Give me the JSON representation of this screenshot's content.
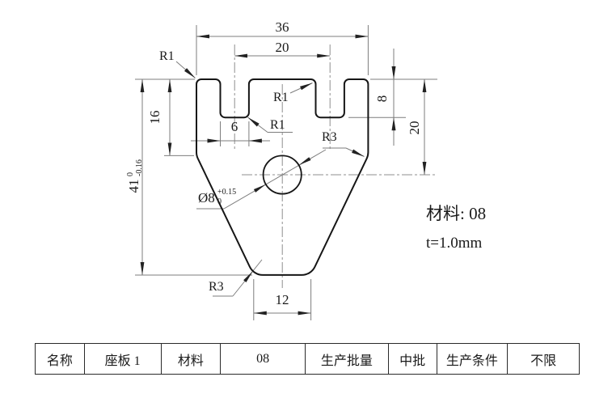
{
  "drawing": {
    "dim_top_width": "36",
    "dim_notch_span": "20",
    "dim_left_edge": "16",
    "dim_notch_width": "6",
    "dim_notch_depth": "8",
    "dim_hole_from_top": "20",
    "dim_height": "41",
    "dim_height_tol_upper": "0",
    "dim_height_tol_lower": "-0.16",
    "dim_hole_dia": "Ø8",
    "dim_hole_tol_upper": "+0.15",
    "dim_hole_tol_lower": "0",
    "dim_bottom_width": "12",
    "label_r1": "R1",
    "label_r3": "R3",
    "note_material": "材料: 08",
    "note_thickness": "t=1.0mm"
  },
  "table": {
    "cells": [
      "名称",
      "座板 1",
      "材料",
      "08",
      "生产批量",
      "中批",
      "生产条件",
      "不限"
    ]
  }
}
